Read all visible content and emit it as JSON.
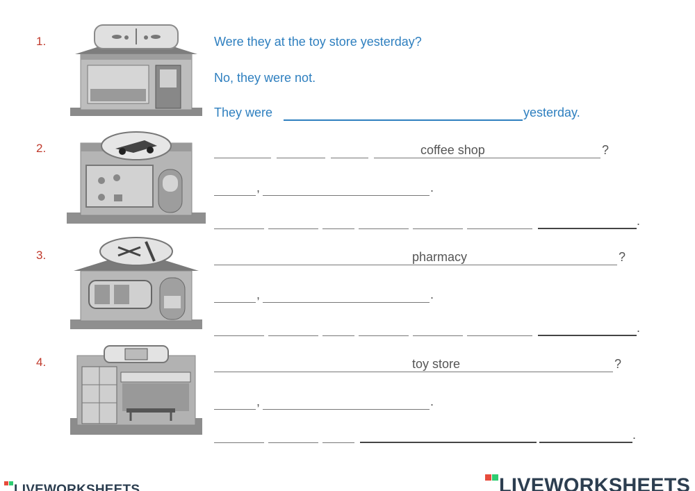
{
  "items": [
    {
      "number": "1.",
      "picture_icon": "pharmacy-building-icon",
      "question": "Were they at the toy store yesterday?",
      "answer": "No, they were not.",
      "correction_prefix": "They were",
      "correction_suffix": "yesterday."
    },
    {
      "number": "2.",
      "picture_icon": "toy-store-building-icon",
      "hint": "coffee shop",
      "question_end": "?",
      "short_answer_comma": ",",
      "short_answer_end": ".",
      "correction_end": "."
    },
    {
      "number": "3.",
      "picture_icon": "barber-shop-building-icon",
      "hint": "pharmacy",
      "question_end": "?",
      "short_answer_comma": ",",
      "short_answer_end": ".",
      "correction_end": "."
    },
    {
      "number": "4.",
      "picture_icon": "bookstore-building-icon",
      "hint": "toy store",
      "question_end": "?",
      "short_answer_comma": ",",
      "short_answer_end": ".",
      "correction_end": "."
    }
  ],
  "branding": {
    "logo_text": "LIVEWORKSHEETS",
    "logo_icon": "liveworksheets-blocks-icon"
  }
}
